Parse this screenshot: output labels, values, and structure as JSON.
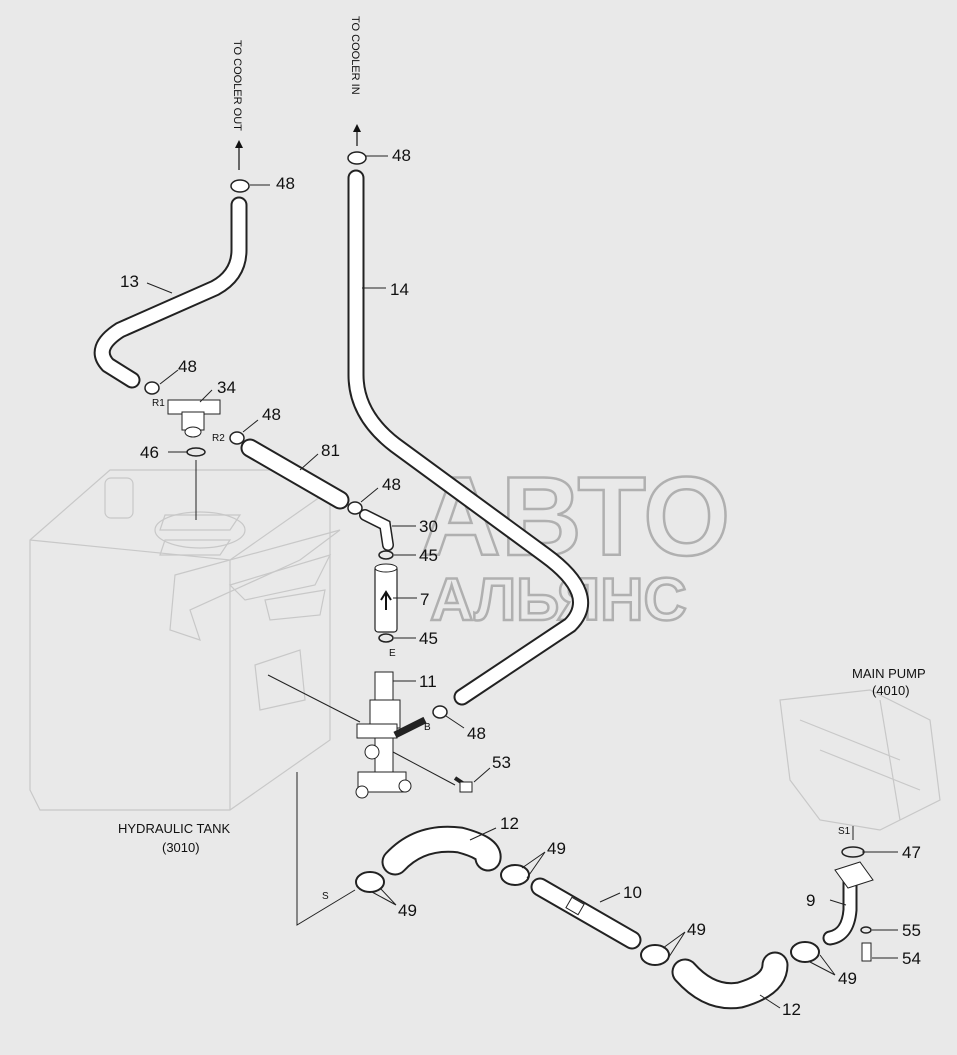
{
  "annotations": {
    "to_cooler_out": "TO COOLER OUT",
    "to_cooler_in": "TO COOLER IN",
    "hydraulic_tank": "HYDRAULIC TANK",
    "hydraulic_tank_ref": "(3010)",
    "main_pump": "MAIN PUMP",
    "main_pump_ref": "(4010)"
  },
  "watermark": {
    "line1": "АВТО",
    "line2": "АЛЬЯНС"
  },
  "port_labels": {
    "r1": "R1",
    "r2": "R2",
    "e": "E",
    "b": "B",
    "s": "S",
    "s1": "S1"
  },
  "parts": {
    "p48_top_right": "48",
    "p48_top_left": "48",
    "p13": "13",
    "p14": "14",
    "p48_r1": "48",
    "p34": "34",
    "p48_r2": "48",
    "p46": "46",
    "p81": "81",
    "p48_mid": "48",
    "p30": "30",
    "p45_top": "45",
    "p7": "7",
    "p45_bottom": "45",
    "p11": "11",
    "p48_b": "48",
    "p53": "53",
    "p12_top": "12",
    "p49_a": "49",
    "p49_b": "49",
    "p10": "10",
    "p49_c": "49",
    "p47": "47",
    "p9": "9",
    "p55": "55",
    "p54": "54",
    "p49_d": "49",
    "p12_bottom": "12"
  }
}
